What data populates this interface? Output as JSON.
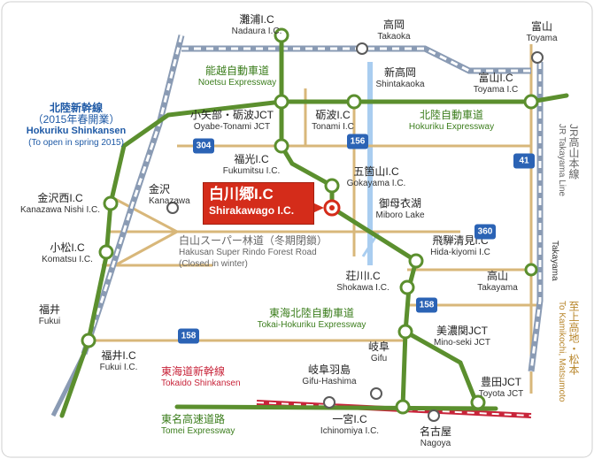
{
  "labels": {
    "nadaura": {
      "jp": "灘浦I.C",
      "en": "Nadaura I.C."
    },
    "takaoka": {
      "jp": "高岡",
      "en": "Takaoka"
    },
    "toyama": {
      "jp": "富山",
      "en": "Toyama"
    },
    "shintakaoka": {
      "jp": "新高岡",
      "en": "Shintakaoka"
    },
    "toyama_ic": {
      "jp": "富山I.C",
      "en": "Toyama I.C"
    },
    "oyabe": {
      "jp": "小矢部・砺波JCT",
      "en": "Oyabe-Tonami JCT"
    },
    "tonami": {
      "jp": "砺波I.C",
      "en": "Tonami I.C"
    },
    "fukumitsu": {
      "jp": "福光I.C",
      "en": "Fukumitsu I.C."
    },
    "gokayama": {
      "jp": "五箇山I.C",
      "en": "Gokayama I.C."
    },
    "kanazawa_nishi": {
      "jp": "金沢西I.C",
      "en": "Kanazawa Nishi I.C."
    },
    "kanazawa": {
      "jp": "金沢",
      "en": "Kanazawa"
    },
    "miboro": {
      "jp": "御母衣湖",
      "en": "Miboro Lake"
    },
    "komatsu": {
      "jp": "小松I.C",
      "en": "Komatsu I.C."
    },
    "hida_kiyomi": {
      "jp": "飛騨清見I.C",
      "en": "Hida-kiyomi I.C"
    },
    "shokawa": {
      "jp": "荘川I.C",
      "en": "Shokawa I.C."
    },
    "takayama": {
      "jp": "高山",
      "en": "Takayama"
    },
    "takayama_vert": "Takayama",
    "fukui": {
      "jp": "福井",
      "en": "Fukui"
    },
    "fukui_ic": {
      "jp": "福井I.C",
      "en": "Fukui I.C."
    },
    "mino_seki": {
      "jp": "美濃関JCT",
      "en": "Mino-seki JCT"
    },
    "gifu": {
      "jp": "岐阜",
      "en": "Gifu"
    },
    "gifu_hashima": {
      "jp": "岐阜羽島",
      "en": "Gifu-Hashima"
    },
    "toyota_jct": {
      "jp": "豊田JCT",
      "en": "Toyota JCT"
    },
    "ichinomiya": {
      "jp": "一宮I.C",
      "en": "Ichinomiya I.C."
    },
    "nagoya": {
      "jp": "名古屋",
      "en": "Nagoya"
    }
  },
  "routes": {
    "noetsu": {
      "jp": "能越自動車道",
      "en": "Noetsu Expressway"
    },
    "hokuriku_exp": {
      "jp": "北陸自動車道",
      "en": "Hokuriku Expressway"
    },
    "hokuriku_shinkansen": {
      "jp": "北陸新幹線",
      "jp2": "（2015年春開業）",
      "en": "Hokuriku Shinkansen",
      "en2": "(To open in spring 2015)"
    },
    "hakusan": {
      "jp": "白山スーパー林道（冬期閉鎖）",
      "en": "Hakusan Super Rindo Forest Road",
      "en2": "(Closed in winter)"
    },
    "tokai_hokuriku": {
      "jp": "東海北陸自動車道",
      "en": "Tokai-Hokuriku Expressway"
    },
    "tokaido_shinkansen": {
      "jp": "東海道新幹線",
      "en": "Tokaido Shinkansen"
    },
    "tomei": {
      "jp": "東名高速道路",
      "en": "Tomei Expressway"
    },
    "jr_takayama_jp": "JR高山本線",
    "jr_takayama_en": "JR Takayama Line",
    "kamikochi_jp": "至上高地・松本",
    "kamikochi_en": "To Kamikochi, Matsumoto"
  },
  "route_numbers": [
    "304",
    "156",
    "41",
    "360",
    "158",
    "158"
  ],
  "highlight": {
    "jp": "白川郷I.C",
    "en": "Shirakawago I.C."
  },
  "colors": {
    "expressway": "#5b8f2e",
    "local_road": "#d8b77a",
    "route_sign": "#2b63b5",
    "highlight": "#d42c1a",
    "railway": "#4a6fa5",
    "shinkansen_tokaido": "#c8243a"
  }
}
